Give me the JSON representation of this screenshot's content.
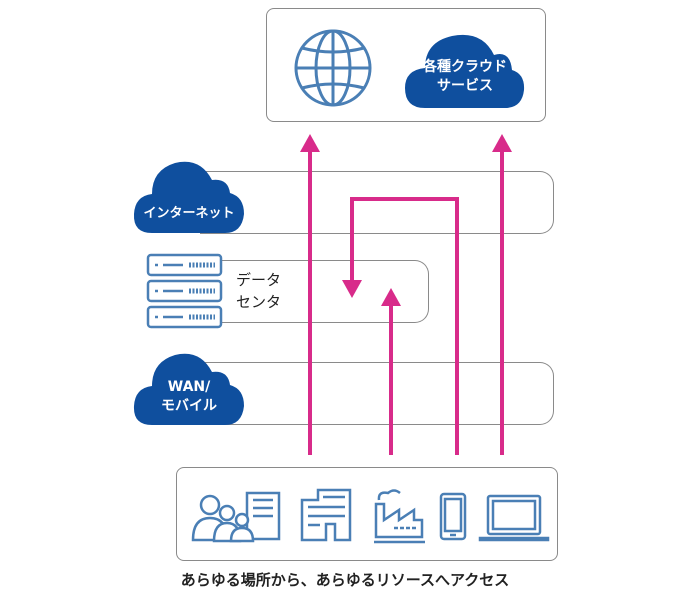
{
  "top_box": {
    "globe_label": "globe",
    "cloud_services_label_line1": "各種クラウド",
    "cloud_services_label_line2": "サービス"
  },
  "networks": {
    "internet": "インターネット",
    "datacenter_line1": "データ",
    "datacenter_line2": "センタ",
    "wan_line1": "WAN/",
    "wan_line2": "モバイル"
  },
  "endpoints": [
    "people-office",
    "office-building",
    "factory",
    "smartphone",
    "laptop"
  ],
  "caption": "あらゆる場所から、あらゆるリソースへアクセス",
  "colors": {
    "cloud_blue": "#0f4f9e",
    "icon_blue": "#4a7fb5",
    "arrow_magenta": "#d82b8a",
    "border_gray": "#8a8a8a"
  }
}
